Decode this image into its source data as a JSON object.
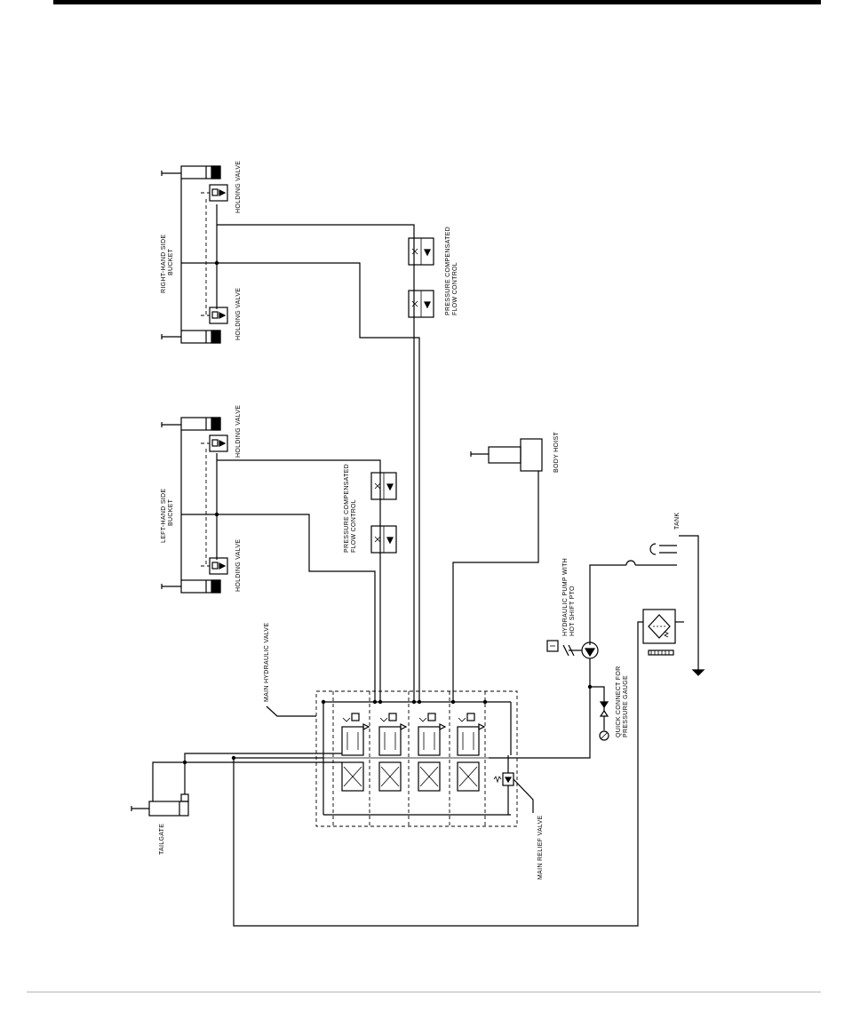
{
  "labels": {
    "rh_bucket_1": "RIGHT-HAND SIDE",
    "rh_bucket_2": "BUCKET",
    "lh_bucket_1": "LEFT-HAND SIDE",
    "lh_bucket_2": "BUCKET",
    "holding_valve": "HOLDING VALVE",
    "pcfc_1": "PRESSURE COMPENSATED",
    "pcfc_2": "FLOW CONTROL",
    "body_hoist": "BODY HOIST",
    "tank": "TANK",
    "pump_1": "HYDRAULIC PUMP WITH",
    "pump_2": "HOT SHIFT PTO",
    "main_valve": "MAIN HYDRAULIC VALVE",
    "quick_1": "QUICK CONNECT FOR",
    "quick_2": "PRESSURE GAUGE",
    "tailgate": "TAILGATE",
    "relief": "MAIN RELIEF VALVE"
  }
}
